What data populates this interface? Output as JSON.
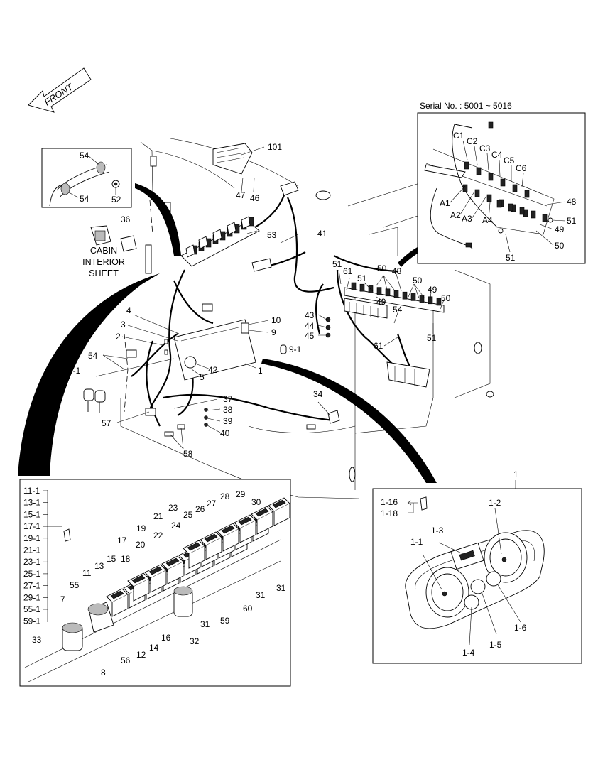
{
  "front_label": "FRONT",
  "serial_label": "Serial No.  : 5001 ~ 5016",
  "cabin_note": [
    "CABIN",
    "INTERIOR",
    "SHEET"
  ],
  "main_callouts": {
    "c101": "101",
    "c47": "47",
    "c46": "46",
    "c41": "41",
    "c53": "53",
    "c36": "36",
    "c10": "10",
    "c9": "9",
    "c9_1": "9-1",
    "c4": "4",
    "c3": "3",
    "c2": "2",
    "c1": "1",
    "c42": "42",
    "c5": "5",
    "c54a": "54",
    "c5_1": "5-1",
    "c37": "37",
    "c38": "38",
    "c39": "39",
    "c40": "40",
    "c57": "57",
    "c58": "58",
    "c34": "34",
    "c43": "43",
    "c44": "44",
    "c45": "45",
    "c51a": "51",
    "c61a": "61",
    "c51b": "51",
    "c50a": "50",
    "c48": "48",
    "c50b": "50",
    "c49a": "49",
    "c49b": "49",
    "c50c": "50",
    "c54b": "54",
    "c61b": "61",
    "c51c": "51"
  },
  "inset_54": {
    "a": "54",
    "b": "54",
    "c": "52"
  },
  "inset_serial": {
    "c": [
      "C1",
      "C2",
      "C3",
      "C4",
      "C5",
      "C6"
    ],
    "a": [
      "A1",
      "A2",
      "A3",
      "A4"
    ],
    "n48": "48",
    "n51a": "51",
    "n49": "49",
    "n50": "50",
    "n51b": "51"
  },
  "switch_list": [
    "11-1",
    "13-1",
    "15-1",
    "17-1",
    "19-1",
    "21-1",
    "23-1",
    "25-1",
    "27-1",
    "29-1",
    "55-1",
    "59-1"
  ],
  "switch_callouts": {
    "s28": "28",
    "s29": "29",
    "s30": "30",
    "s27": "27",
    "s23": "23",
    "s21": "21",
    "s25": "25",
    "s26": "26",
    "s24": "24",
    "s19": "19",
    "s22": "22",
    "s17": "17",
    "s20": "20",
    "s15": "15",
    "s18": "18",
    "s13": "13",
    "s11": "11",
    "s55": "55",
    "s7": "7",
    "s33": "33",
    "s8": "8",
    "s56": "56",
    "s12": "12",
    "s14": "14",
    "s16": "16",
    "s32": "32",
    "s31a": "31",
    "s59": "59",
    "s60": "60",
    "s31b": "31",
    "s31c": "31"
  },
  "cluster": {
    "title": "1",
    "c1_16": "1-16",
    "c1_18": "1-18",
    "c1_1": "1-1",
    "c1_2": "1-2",
    "c1_3": "1-3",
    "c1_4": "1-4",
    "c1_5": "1-5",
    "c1_6": "1-6"
  }
}
